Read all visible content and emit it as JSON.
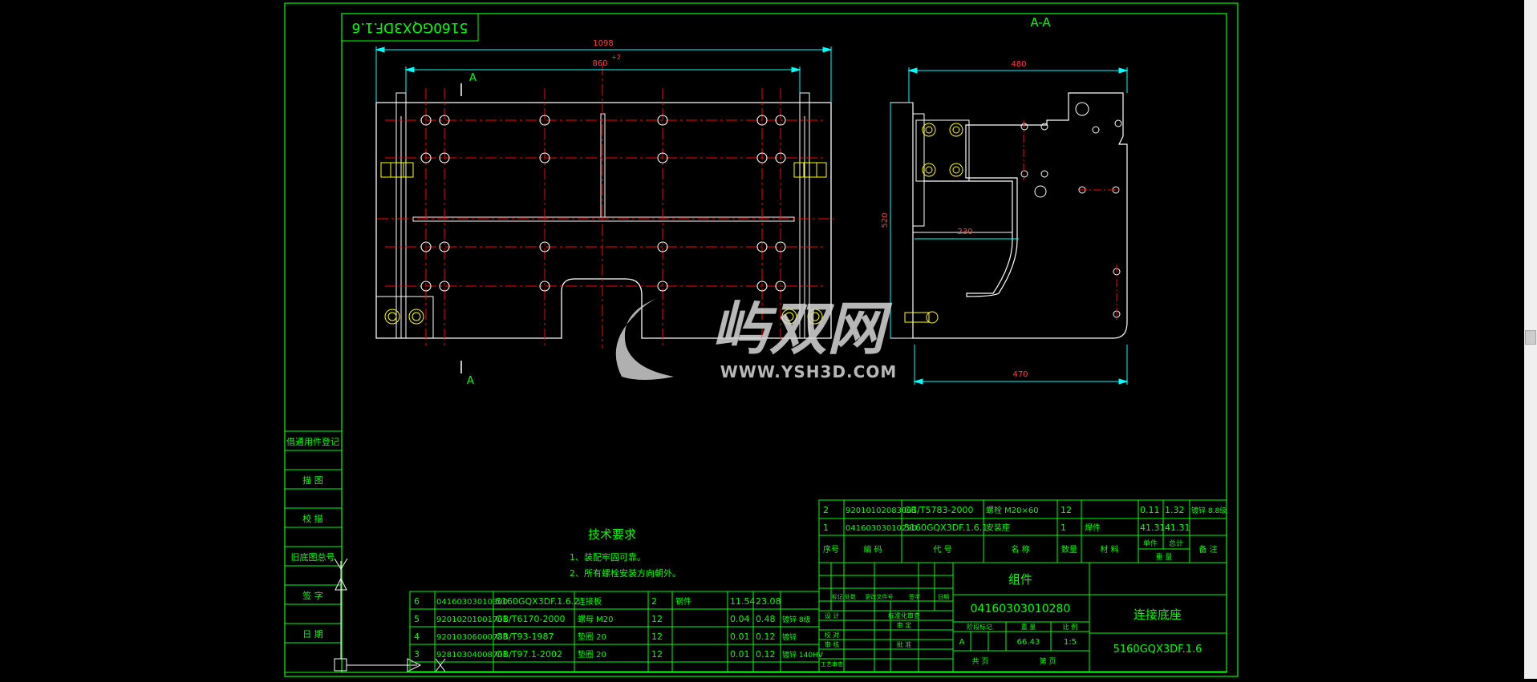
{
  "colors": {
    "background": "#000000",
    "frame": "#00ff00",
    "outline": "#ffffff",
    "centerline": "#ff0000",
    "dimension": "#00ffff",
    "label": "#00ff00",
    "bolt": "#ffff00",
    "watermark": "#cfcfcf"
  },
  "drawing_number_box": "5160GQX3DF.1.6",
  "view": {
    "section_label": "A-A",
    "cut_marker_top": "A",
    "cut_marker_bottom": "A"
  },
  "dimensions": {
    "front_overall": "1098",
    "front_inner": "860",
    "front_inner_tolerance": "+2",
    "side_width": "480",
    "side_height": "520",
    "side_offset": "230",
    "side_bottom": "470"
  },
  "watermark": {
    "brand": "屿双网",
    "url": "WWW.YSH3D.COM"
  },
  "tech_requirements": {
    "title": "技术要求",
    "items": [
      "1、装配牢固可靠。",
      "2、所有螺栓安装方向朝外。"
    ]
  },
  "left_column": [
    "借通用件登记",
    "描 图",
    "校 描",
    "旧底图总号",
    "签 字",
    "日 期"
  ],
  "bom_lower": [
    {
      "no": "6",
      "code": "04160303010300",
      "spec": "5160GQX3DF.1.6.2",
      "name": "连接板",
      "qty": "2",
      "material": "钢件",
      "unit": "11.54",
      "total": "23.08",
      "note": ""
    },
    {
      "no": "5",
      "code": "92010201001701",
      "spec": "GB/T6170-2000",
      "name": "螺母 M20",
      "qty": "12",
      "material": "",
      "unit": "0.04",
      "total": "0.48",
      "note": "镀锌 8级"
    },
    {
      "no": "4",
      "code": "92010306000783",
      "spec": "GB/T93-1987",
      "name": "垫圈 20",
      "qty": "12",
      "material": "",
      "unit": "0.01",
      "total": "0.12",
      "note": "镀锌"
    },
    {
      "no": "3",
      "code": "92810304008701",
      "spec": "GB/T97.1-2002",
      "name": "垫圈 20",
      "qty": "12",
      "material": "",
      "unit": "0.01",
      "total": "0.12",
      "note": "镀锌 140HV"
    }
  ],
  "bom_upper": [
    {
      "no": "2",
      "code": "92010102083001",
      "spec": "GB/T5783-2000",
      "name": "螺栓 M20×60",
      "qty": "12",
      "material": "",
      "unit": "0.11",
      "total": "1.32",
      "note": "镀锌 8.8级"
    },
    {
      "no": "1",
      "code": "04160303010290",
      "spec": "5160GQX3DF.1.6.1",
      "name": "安装座",
      "qty": "1",
      "material": "焊件",
      "unit": "41.31",
      "total": "41.31",
      "note": ""
    }
  ],
  "bom_header": {
    "no": "序号",
    "code": "编 码",
    "spec": "代 号",
    "name": "名 称",
    "qty": "数量",
    "material": "材 料",
    "single": "单件",
    "total": "总计",
    "weight": "重 量",
    "note": "备 注"
  },
  "title_block": {
    "type": "组件",
    "number": "04160303010280",
    "name": "连接底座",
    "drawing": "5160GQX3DF.1.6",
    "stage_label": "阶段标记",
    "weight_label": "重 量",
    "scale_label": "比 例",
    "stage": "A",
    "weight": "66.43",
    "scale": "1:5",
    "sheet_total": "共 页",
    "sheet": "第 页",
    "mark": "标记",
    "count": "处数",
    "change_doc": "更改文件号",
    "sign": "签字",
    "date": "日期",
    "design": "设 计",
    "std_review": "标准化审查",
    "check": "校 对",
    "review": "审 定",
    "audit": "审 核",
    "approve": "批 准",
    "process": "工艺审查"
  }
}
